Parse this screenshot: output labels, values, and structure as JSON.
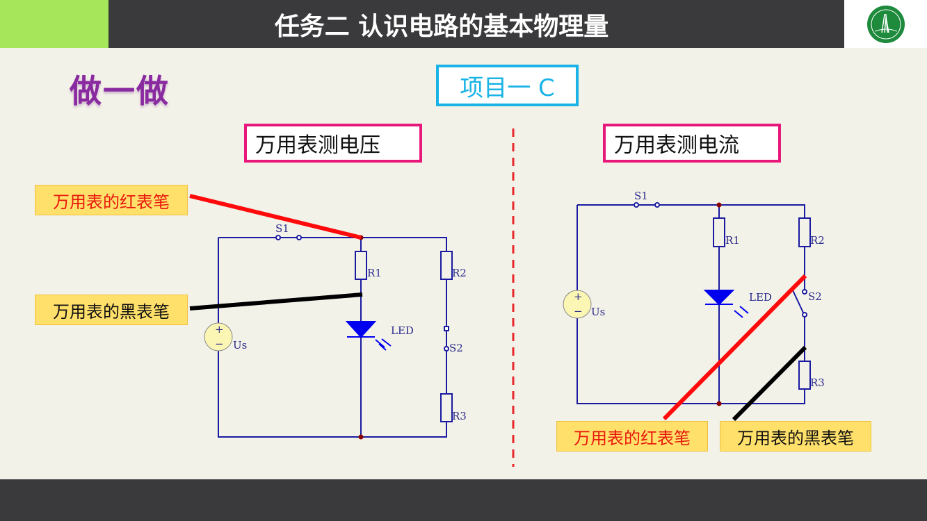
{
  "header": {
    "title": "任务二 认识电路的基本物理量",
    "logo": "school-seal-logo"
  },
  "section_title": "做一做",
  "project_label": "项目一 C",
  "left_panel": {
    "title": "万用表测电压",
    "red_probe": "万用表的红表笔",
    "black_probe": "万用表的黑表笔"
  },
  "right_panel": {
    "title": "万用表测电流",
    "red_probe": "万用表的红表笔",
    "black_probe": "万用表的黑表笔"
  },
  "circuit_labels": {
    "s1": "S1",
    "s2": "S2",
    "r1": "R1",
    "r2": "R2",
    "r3": "R3",
    "led": "LED",
    "us": "Us",
    "plus": "+",
    "minus": "−"
  },
  "colors": {
    "wire": "#1a1aa0",
    "red_probe": "#ff0a0a",
    "black_probe": "#000000",
    "divider": "#e8282a"
  }
}
